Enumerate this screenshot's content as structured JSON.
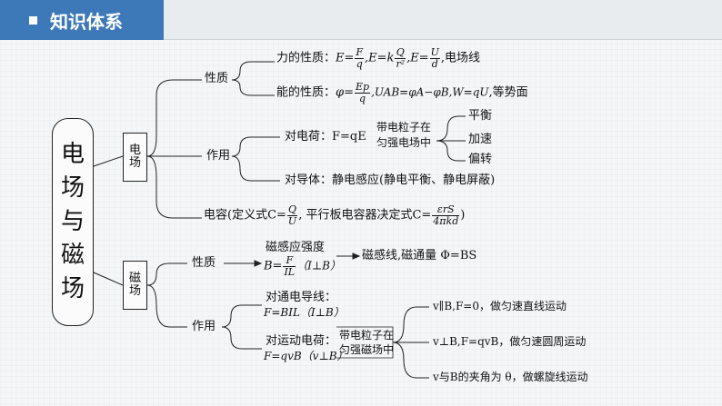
{
  "header": {
    "title": "知识体系"
  },
  "root": {
    "chars": [
      "电",
      "场",
      "与",
      "磁",
      "场"
    ]
  },
  "electric": {
    "label_top": "电",
    "label_bottom": "场",
    "property": {
      "label": "性质",
      "force": {
        "prefix": "力的性质：",
        "e1_lhs": "E=",
        "e1_num": "F",
        "e1_den": "q",
        "e2_lhs": ",E=k",
        "e2_num": "Q",
        "e2_den": "r²",
        "e3_lhs": ",E=",
        "e3_num": "U",
        "e3_den": "d",
        "suffix": ",电场线"
      },
      "energy": {
        "prefix": "能的性质：",
        "phi_lhs": "φ=",
        "phi_num": "Ep",
        "phi_den": "q",
        "rest": ",UAB=φA−φB,W=qU",
        "suffix": ",等势面"
      }
    },
    "action": {
      "label": "作用",
      "charge": {
        "text": "对电荷：F=qE"
      },
      "particle_line1": "带电粒子在",
      "particle_line2": "匀强电场中",
      "motions": [
        "平衡",
        "加速",
        "偏转"
      ],
      "conductor": {
        "text": "对导体：静电感应(静电平衡、静电屏蔽)"
      }
    },
    "capacitance": {
      "prefix": "电容(定义式C=",
      "num1": "Q",
      "den1": "U",
      "middle": ", 平行板电容器决定式C=",
      "num2": "εrS",
      "den2": "4πkd",
      "suffix": ")"
    }
  },
  "magnetic": {
    "label_top": "磁",
    "label_bottom": "场",
    "property": {
      "label": "性质",
      "title": "磁感应强度",
      "b_lhs": "B=",
      "b_num": "F",
      "b_den": "IL",
      "b_cond": "（I⊥B）",
      "result": "磁感线,磁通量 Φ=BS"
    },
    "action": {
      "label": "作用",
      "wire_line1": "对通电导线：",
      "wire_line2": "F=BIL（I⊥B）",
      "charge_line1": "对运动电荷：",
      "charge_line2": "F=qvB（v⊥B）",
      "particle_line1": "带电粒子在",
      "particle_line2": "匀强磁场中",
      "motions": [
        "v∥B,F=0，做匀速直线运动",
        "v⊥B,F=qvB，做匀速圆周运动",
        "v与B的夹角为 θ，做螺旋线运动"
      ]
    }
  }
}
